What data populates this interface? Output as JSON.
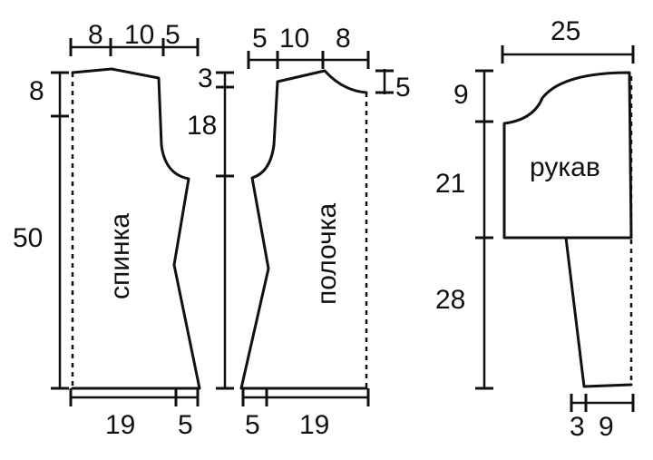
{
  "pieces": {
    "back": {
      "label": "спинка",
      "top_dims": [
        "8",
        "10",
        "5"
      ],
      "left_dims": [
        "8",
        "50"
      ],
      "bottom_dims": [
        "19",
        "5"
      ]
    },
    "front": {
      "label": "полочка",
      "top_dims": [
        "5",
        "10",
        "8"
      ],
      "left_dims": [
        "3",
        "18"
      ],
      "right_dims": [
        "5"
      ],
      "bottom_dims": [
        "5",
        "19"
      ]
    },
    "sleeve": {
      "label": "рукав",
      "top_dims": [
        "25"
      ],
      "left_dims": [
        "9",
        "21",
        "28"
      ],
      "bottom_dims": [
        "3",
        "9"
      ]
    }
  }
}
